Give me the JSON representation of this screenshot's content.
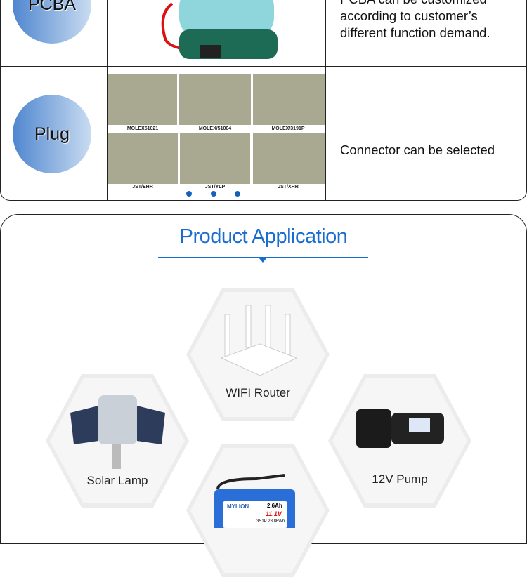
{
  "spec_table": {
    "rows": [
      {
        "label": "PCBA",
        "description_lines": [
          "PCBA can be customized",
          "according to customer’s",
          "different function demand."
        ]
      },
      {
        "label": "Plug",
        "description": "Connector can be selected",
        "connectors": [
          "MOLEX51021",
          "MOLEX/51004",
          "MOLEX/3191P",
          "JST/EHR",
          "JST/YLP",
          "JST/XHR"
        ]
      }
    ]
  },
  "application": {
    "title": "Product Application",
    "items": [
      "WIFI Router",
      "Solar Lamp",
      "12V Pump"
    ],
    "battery_label": {
      "brand": "MYLION",
      "capacity": "2.6Ah",
      "voltage": "11.1V",
      "config": "3S1P 28.86Wh"
    }
  },
  "colors": {
    "accent": "#1a6ccf",
    "dots": "#1560b8"
  }
}
